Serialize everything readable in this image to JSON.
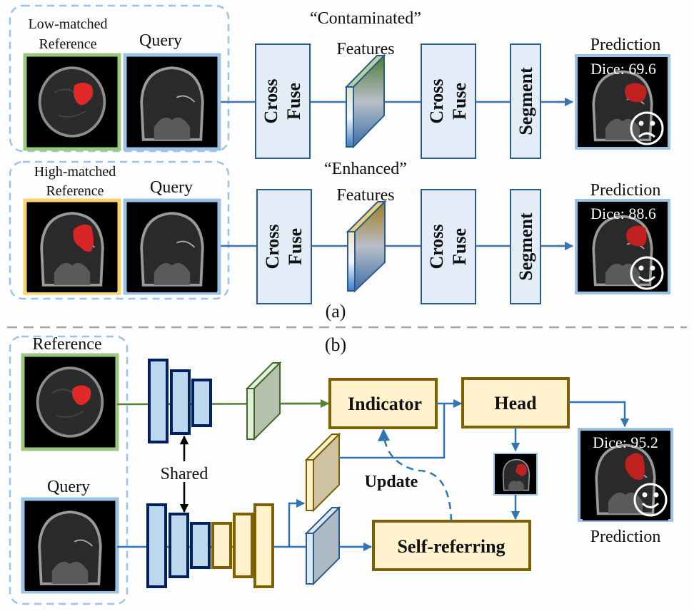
{
  "panel_a": {
    "caption": "(a)",
    "row1": {
      "reference_label_line1": "Low-matched",
      "reference_label_line2": "Reference",
      "query_label": "Query",
      "features_label_line1": "“Contaminated”",
      "features_label_line2": "Features",
      "cross_fuse_1_line1": "Cross",
      "cross_fuse_1_line2": "Fuse",
      "cross_fuse_2_line1": "Cross",
      "cross_fuse_2_line2": "Fuse",
      "segment_label": "Segment",
      "prediction_label": "Prediction",
      "dice_label": "Dice: 69.6",
      "dice_value": 69.6,
      "emoji": "sad-face",
      "reference_border_color": "#9dc97f"
    },
    "row2": {
      "reference_label_line1": "High-matched",
      "reference_label_line2": "Reference",
      "query_label": "Query",
      "features_label_line1": "“Enhanced”",
      "features_label_line2": "Features",
      "cross_fuse_1_line1": "Cross",
      "cross_fuse_1_line2": "Fuse",
      "cross_fuse_2_line1": "Cross",
      "cross_fuse_2_line2": "Fuse",
      "segment_label": "Segment",
      "prediction_label": "Prediction",
      "dice_label": "Dice: 88.6",
      "dice_value": 88.6,
      "emoji": "happy-face",
      "reference_border_color": "#fcd36a"
    }
  },
  "panel_b": {
    "caption": "(b)",
    "reference_label": "Reference",
    "query_label": "Query",
    "shared_label": "Shared",
    "indicator_label": "Indicator",
    "head_label": "Head",
    "update_label": "Update",
    "self_referring_label": "Self-referring",
    "dice_label": "Dice: 95.2",
    "dice_value": 95.2,
    "prediction_label": "Prediction",
    "emoji": "happy-face"
  },
  "colors": {
    "query_border": "#9cc3e6",
    "dashed_group": "#9cc3e6",
    "box_fill_blue": "#e2edf8",
    "box_stroke_blue": "#2e5c8a",
    "line_blue": "#3b73b9",
    "line_green": "#548235",
    "box_fill_yellow": "#fff2cc",
    "box_stroke_brown": "#7f6000",
    "encoder_fill": "#bdd7ee",
    "encoder_stroke": "#002060",
    "separator": "#a6a6a6"
  }
}
